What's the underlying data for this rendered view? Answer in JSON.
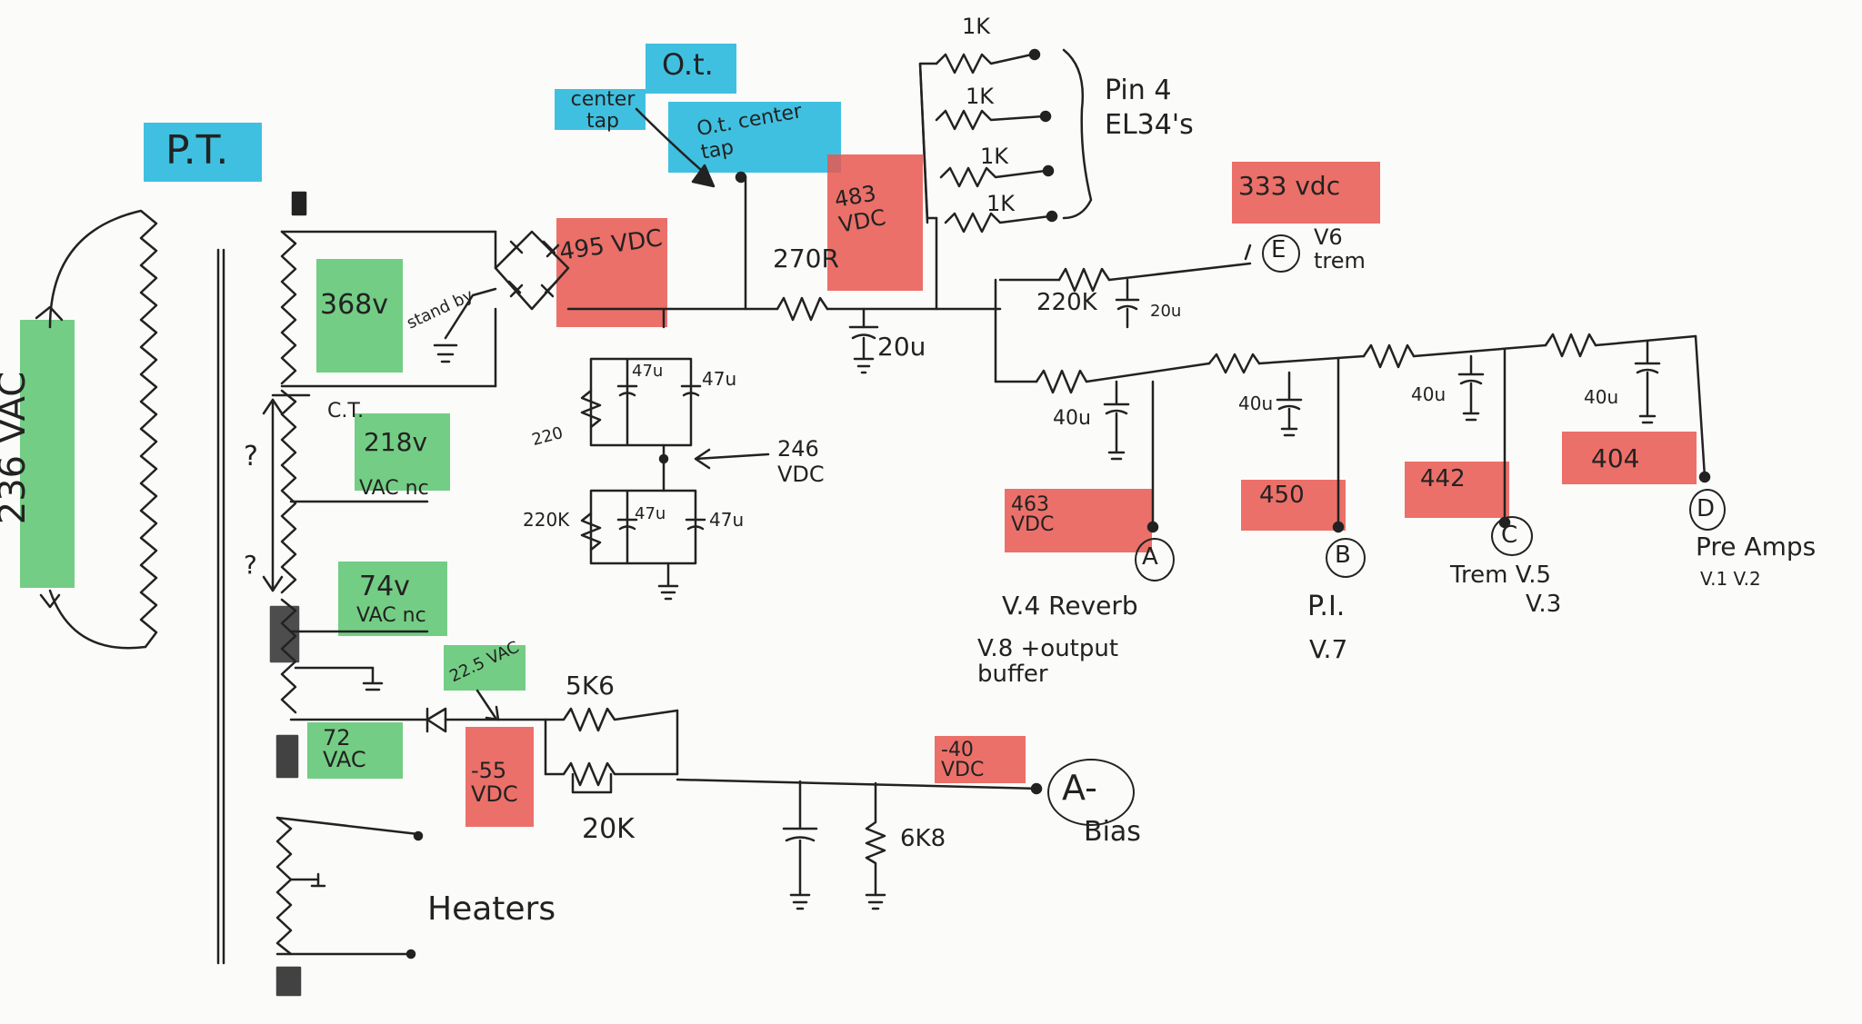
{
  "labels": {
    "pt": "P.T.",
    "ot": "O.t.",
    "center_tap": "center tap",
    "ot_center_tap": "O.t. center tap",
    "vac_236": "236 VAC",
    "v368": "368v",
    "ct": "C.T.",
    "v218": "218v",
    "vac_nc_1": "VAC nc",
    "q1": "?",
    "q2": "?",
    "v74": "74v",
    "vac_nc_2": "VAC nc",
    "v72": "72 VAC",
    "v22": "22.5 VAC",
    "vdc_495": "495 VDC",
    "vdc_483": "483 VDC",
    "vdc_246": "246 VDC",
    "vdc_333": "333 vdc",
    "vdc_neg55": "-55 VDC",
    "vdc_neg40": "-40 VDC",
    "standby": "stand by",
    "r_270": "270R",
    "r_1k": "1K",
    "pin4": "Pin 4",
    "el34": "EL34's",
    "c_20u_1": "20u",
    "c_47u": "47u",
    "r_220": "220",
    "r_220k_lower": "220K",
    "r_220k": "220K",
    "c_20u_2": "20u",
    "node_e": "E",
    "v6_trem": "V6 trem",
    "c_40u": "40u",
    "node_a": "A",
    "node_b": "B",
    "node_c": "C",
    "node_d": "D",
    "val_463": "463 VDC",
    "val_450": "450",
    "val_442": "442",
    "val_404": "404",
    "v4_reverb": "V.4 Reverb",
    "v8_output": "V.8 +output buffer",
    "pi": "P.I.",
    "v7": "V.7",
    "trem_v5": "Trem V.5",
    "v3": "V.3",
    "pre_amps": "Pre Amps",
    "v1v2": "V.1  V.2",
    "r_5k6": "5K6",
    "r_20k": "20K",
    "r_6k8": "6K8",
    "node_aminus": "A-",
    "bias": "Bias",
    "heaters": "Heaters"
  },
  "highlight_colors": {
    "red": "#e8574f",
    "green": "#5cc46e",
    "blue": "#1fb5db",
    "ink": "#222222"
  }
}
